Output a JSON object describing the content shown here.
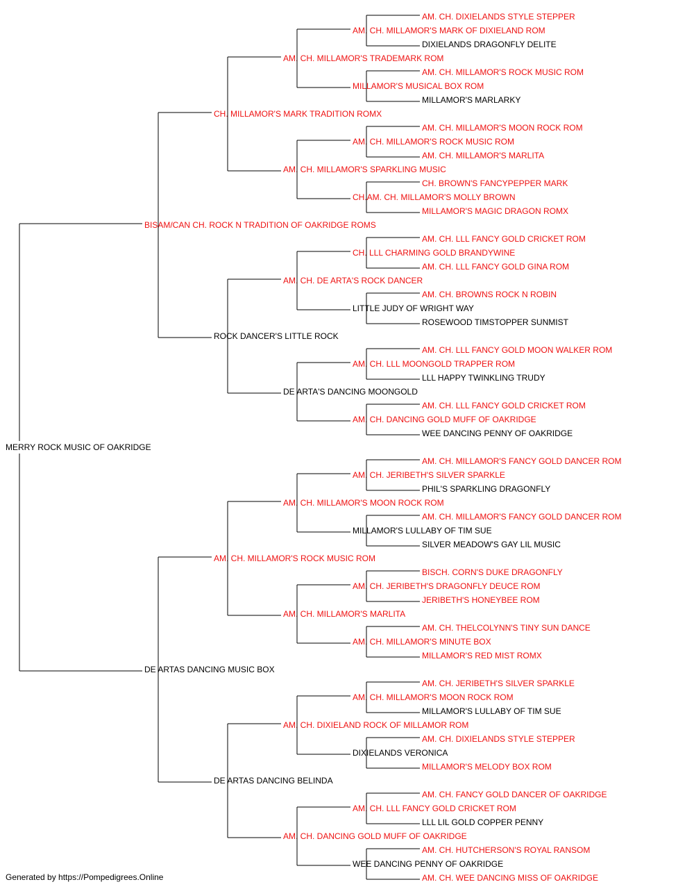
{
  "colors": {
    "titled": "#ee1111",
    "plain": "#000000",
    "line": "#000000"
  },
  "footer": "Generated by https://Pompedigrees.Online",
  "pedigree": {
    "name": "MERRY ROCK MUSIC OF OAKRIDGE",
    "titled": false,
    "sire": {
      "name": "BISAM/CAN CH. ROCK N TRADITION OF OAKRIDGE ROMS",
      "titled": true,
      "sire": {
        "name": "CH. MILLAMOR'S MARK TRADITION ROMX",
        "titled": true,
        "sire": {
          "name": "AM. CH. MILLAMOR'S TRADEMARK ROM",
          "titled": true,
          "sire": {
            "name": "AM. CH. MILLAMOR'S MARK OF DIXIELAND ROM",
            "titled": true,
            "sire": {
              "name": "AM. CH. DIXIELANDS STYLE STEPPER",
              "titled": true
            },
            "dam": {
              "name": "DIXIELANDS DRAGONFLY DELITE",
              "titled": false
            }
          },
          "dam": {
            "name": "MILLAMOR'S MUSICAL BOX ROM",
            "titled": true,
            "sire": {
              "name": "AM. CH. MILLAMOR'S ROCK MUSIC ROM",
              "titled": true
            },
            "dam": {
              "name": "MILLAMOR'S MARLARKY",
              "titled": false
            }
          }
        },
        "dam": {
          "name": "AM. CH. MILLAMOR'S SPARKLING MUSIC",
          "titled": true,
          "sire": {
            "name": "AM. CH. MILLAMOR'S ROCK MUSIC ROM",
            "titled": true,
            "sire": {
              "name": "AM. CH. MILLAMOR'S MOON ROCK ROM",
              "titled": true
            },
            "dam": {
              "name": "AM. CH. MILLAMOR'S MARLITA",
              "titled": true
            }
          },
          "dam": {
            "name": "CH.AM. CH. MILLAMOR'S MOLLY BROWN",
            "titled": true,
            "sire": {
              "name": "CH. BROWN'S FANCYPEPPER MARK",
              "titled": true
            },
            "dam": {
              "name": "MILLAMOR'S MAGIC DRAGON ROMX",
              "titled": true
            }
          }
        }
      },
      "dam": {
        "name": "ROCK DANCER'S LITTLE ROCK",
        "titled": false,
        "sire": {
          "name": "AM. CH. DE ARTA'S ROCK DANCER",
          "titled": true,
          "sire": {
            "name": "CH. LLL CHARMING GOLD BRANDYWINE",
            "titled": true,
            "sire": {
              "name": "AM. CH. LLL FANCY GOLD CRICKET ROM",
              "titled": true
            },
            "dam": {
              "name": "AM. CH. LLL FANCY GOLD GINA ROM",
              "titled": true
            }
          },
          "dam": {
            "name": "LITTLE JUDY OF WRIGHT WAY",
            "titled": false,
            "sire": {
              "name": "AM. CH. BROWNS ROCK N ROBIN",
              "titled": true
            },
            "dam": {
              "name": "ROSEWOOD TIMSTOPPER SUNMIST",
              "titled": false
            }
          }
        },
        "dam": {
          "name": "DE ARTA'S DANCING MOONGOLD",
          "titled": false,
          "sire": {
            "name": "AM. CH. LLL MOONGOLD TRAPPER ROM",
            "titled": true,
            "sire": {
              "name": "AM. CH. LLL FANCY GOLD MOON WALKER ROM",
              "titled": true
            },
            "dam": {
              "name": "LLL HAPPY TWINKLING TRUDY",
              "titled": false
            }
          },
          "dam": {
            "name": "AM. CH. DANCING GOLD MUFF OF OAKRIDGE",
            "titled": true,
            "sire": {
              "name": "AM. CH. LLL FANCY GOLD CRICKET ROM",
              "titled": true
            },
            "dam": {
              "name": "WEE DANCING PENNY OF OAKRIDGE",
              "titled": false
            }
          }
        }
      }
    },
    "dam": {
      "name": "DE ARTAS DANCING MUSIC BOX",
      "titled": false,
      "sire": {
        "name": "AM. CH. MILLAMOR'S ROCK MUSIC ROM",
        "titled": true,
        "sire": {
          "name": "AM. CH. MILLAMOR'S MOON ROCK ROM",
          "titled": true,
          "sire": {
            "name": "AM. CH. JERIBETH'S SILVER SPARKLE",
            "titled": true,
            "sire": {
              "name": "AM. CH. MILLAMOR'S FANCY GOLD DANCER ROM",
              "titled": true
            },
            "dam": {
              "name": "PHIL'S SPARKLING DRAGONFLY",
              "titled": false
            }
          },
          "dam": {
            "name": "MILLAMOR'S LULLABY OF TIM SUE",
            "titled": false,
            "sire": {
              "name": "AM. CH. MILLAMOR'S FANCY GOLD DANCER ROM",
              "titled": true
            },
            "dam": {
              "name": "SILVER MEADOW'S GAY LIL MUSIC",
              "titled": false
            }
          }
        },
        "dam": {
          "name": "AM. CH. MILLAMOR'S MARLITA",
          "titled": true,
          "sire": {
            "name": "AM. CH. JERIBETH'S DRAGONFLY DEUCE ROM",
            "titled": true,
            "sire": {
              "name": "BISCH. CORN'S DUKE DRAGONFLY",
              "titled": true
            },
            "dam": {
              "name": "JERIBETH'S HONEYBEE ROM",
              "titled": true
            }
          },
          "dam": {
            "name": "AM. CH. MILLAMOR'S MINUTE BOX",
            "titled": true,
            "sire": {
              "name": "AM. CH. THELCOLYNN'S TINY SUN DANCE",
              "titled": true
            },
            "dam": {
              "name": "MILLAMOR'S RED MIST ROMX",
              "titled": true
            }
          }
        }
      },
      "dam": {
        "name": "DE ARTAS DANCING BELINDA",
        "titled": false,
        "sire": {
          "name": "AM. CH. DIXIELAND ROCK OF MILLAMOR ROM",
          "titled": true,
          "sire": {
            "name": "AM. CH. MILLAMOR'S MOON ROCK ROM",
            "titled": true,
            "sire": {
              "name": "AM. CH. JERIBETH'S SILVER SPARKLE",
              "titled": true
            },
            "dam": {
              "name": "MILLAMOR'S LULLABY OF TIM SUE",
              "titled": false
            }
          },
          "dam": {
            "name": "DIXIELANDS VERONICA",
            "titled": false,
            "sire": {
              "name": "AM. CH. DIXIELANDS STYLE STEPPER",
              "titled": true
            },
            "dam": {
              "name": "MILLAMOR'S MELODY BOX ROM",
              "titled": true
            }
          }
        },
        "dam": {
          "name": "AM. CH. DANCING GOLD MUFF OF OAKRIDGE",
          "titled": true,
          "sire": {
            "name": "AM. CH. LLL FANCY GOLD CRICKET ROM",
            "titled": true,
            "sire": {
              "name": "AM. CH. FANCY GOLD DANCER OF OAKRIDGE",
              "titled": true
            },
            "dam": {
              "name": "LLL LIL GOLD COPPER PENNY",
              "titled": false
            }
          },
          "dam": {
            "name": "WEE DANCING PENNY OF OAKRIDGE",
            "titled": false,
            "sire": {
              "name": "AM. CH. HUTCHERSON'S ROYAL RANSOM",
              "titled": true
            },
            "dam": {
              "name": "AM. CH. WEE DANCING MISS OF OAKRIDGE",
              "titled": true
            }
          }
        }
      }
    }
  }
}
